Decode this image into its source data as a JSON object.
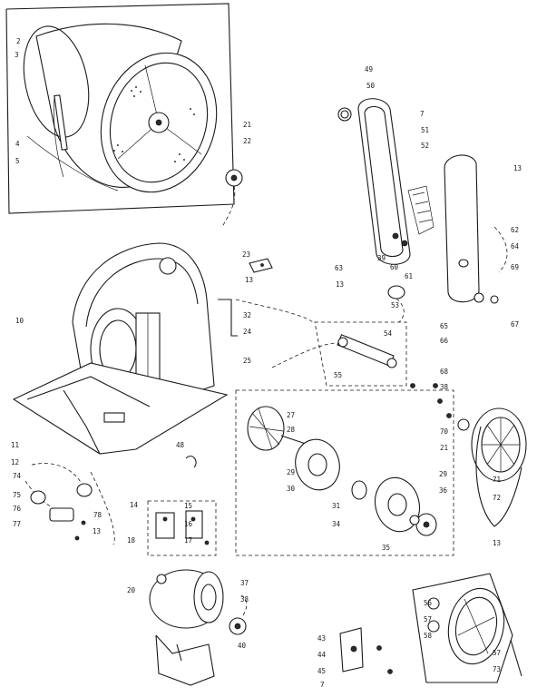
{
  "part_labels": [
    "2",
    "3",
    "4",
    "5",
    "21",
    "22",
    "49",
    "50",
    "7",
    "51",
    "52",
    "13",
    "39",
    "60",
    "61",
    "62",
    "64",
    "69",
    "67",
    "63",
    "13",
    "53",
    "10",
    "23",
    "13",
    "32",
    "24",
    "25",
    "54",
    "55",
    "65",
    "66",
    "68",
    "38",
    "70",
    "21",
    "27",
    "28",
    "29",
    "30",
    "11",
    "12",
    "74",
    "75",
    "76",
    "77",
    "78",
    "13",
    "48",
    "14",
    "15",
    "16",
    "17",
    "31",
    "29",
    "36",
    "34",
    "35",
    "13",
    "71",
    "72",
    "18",
    "20",
    "37",
    "38",
    "40",
    "43",
    "44",
    "45",
    "7",
    "56",
    "57",
    "58",
    "57",
    "73"
  ]
}
